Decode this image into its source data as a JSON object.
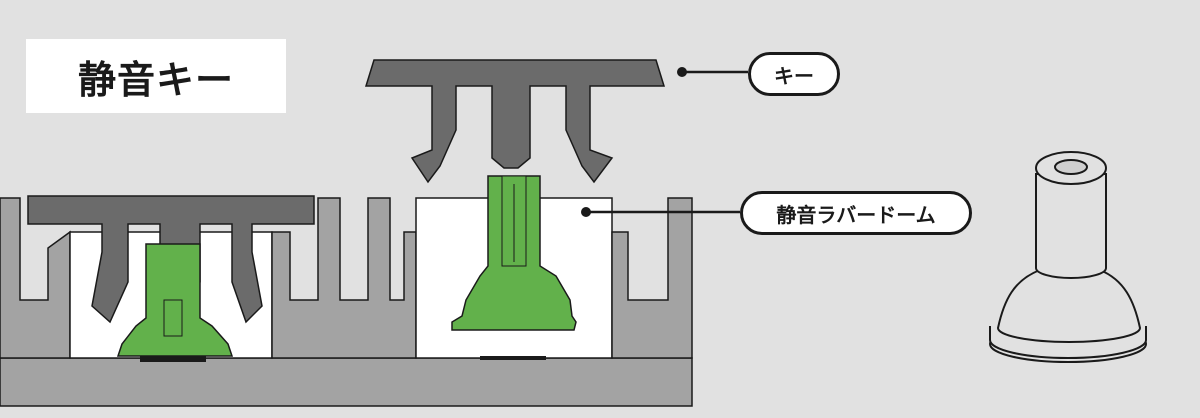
{
  "title": "静音キー",
  "labels": {
    "key": "キー",
    "dome": "静音ラバードーム"
  },
  "colors": {
    "background": "#e1e1e1",
    "key_gray": "#6b6b6b",
    "frame_gray": "#a3a3a3",
    "frame_dark": "#8e8e8e",
    "dome_green": "#62b14b",
    "outline": "#1a1a1a",
    "white": "#ffffff"
  }
}
